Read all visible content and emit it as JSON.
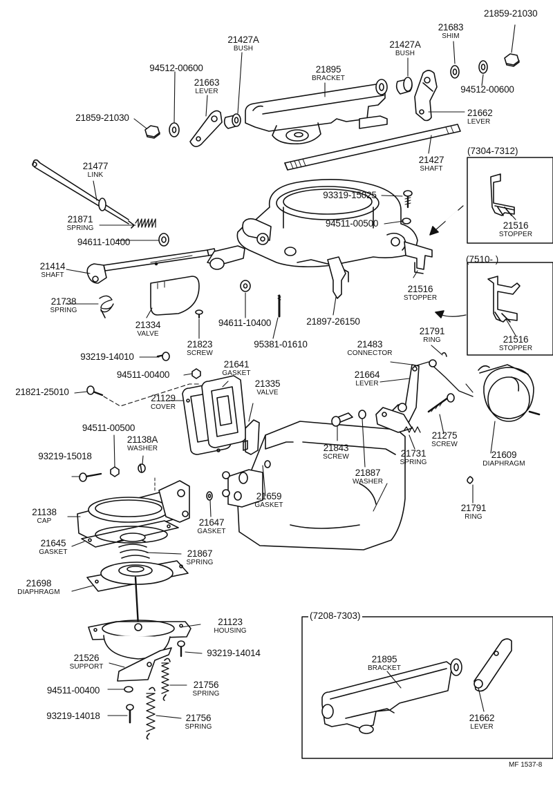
{
  "diagram": {
    "code": "MF 1537-8",
    "insets": [
      {
        "id": "inset-7304",
        "title": "(7304-7312)"
      },
      {
        "id": "inset-7510",
        "title": "(7510-        )"
      },
      {
        "id": "inset-7208",
        "title": "(7208-7303)"
      }
    ],
    "parts": [
      {
        "id": "p21859a",
        "number": "21859-21030",
        "word": ""
      },
      {
        "id": "p21683",
        "number": "21683",
        "word": "SHIM"
      },
      {
        "id": "p21427a_l",
        "number": "21427A",
        "word": "BUSH"
      },
      {
        "id": "p21427a_r",
        "number": "21427A",
        "word": "BUSH"
      },
      {
        "id": "p94512a",
        "number": "94512-00600",
        "word": ""
      },
      {
        "id": "p21663",
        "number": "21663",
        "word": "LEVER"
      },
      {
        "id": "p21895",
        "number": "21895",
        "word": "BRACKET"
      },
      {
        "id": "p94512b",
        "number": "94512-00600",
        "word": ""
      },
      {
        "id": "p21859b",
        "number": "21859-21030",
        "word": ""
      },
      {
        "id": "p21662",
        "number": "21662",
        "word": "LEVER"
      },
      {
        "id": "p21427",
        "number": "21427",
        "word": "SHAFT"
      },
      {
        "id": "p21477",
        "number": "21477",
        "word": "LINK"
      },
      {
        "id": "p93319",
        "number": "93319-15025",
        "word": ""
      },
      {
        "id": "p21871",
        "number": "21871",
        "word": "SPRING"
      },
      {
        "id": "p94511a",
        "number": "94511-00500",
        "word": ""
      },
      {
        "id": "p21516a",
        "number": "21516",
        "word": "STOPPER"
      },
      {
        "id": "p94611a",
        "number": "94611-10400",
        "word": ""
      },
      {
        "id": "p21414",
        "number": "21414",
        "word": "SHAFT"
      },
      {
        "id": "p21516b",
        "number": "21516",
        "word": "STOPPER"
      },
      {
        "id": "p21738",
        "number": "21738",
        "word": "SPRING"
      },
      {
        "id": "p21334",
        "number": "21334",
        "word": "VALVE"
      },
      {
        "id": "p94611b",
        "number": "94611-10400",
        "word": ""
      },
      {
        "id": "p21897",
        "number": "21897-26150",
        "word": ""
      },
      {
        "id": "p21516c",
        "number": "21516",
        "word": "STOPPER"
      },
      {
        "id": "p21823",
        "number": "21823",
        "word": "SCREW"
      },
      {
        "id": "p95381",
        "number": "95381-01610",
        "word": ""
      },
      {
        "id": "p21791a",
        "number": "21791",
        "word": "RING"
      },
      {
        "id": "p21483",
        "number": "21483",
        "word": "CONNECTOR"
      },
      {
        "id": "p93219a",
        "number": "93219-14010",
        "word": ""
      },
      {
        "id": "p21641",
        "number": "21641",
        "word": "GASKET"
      },
      {
        "id": "p94511b",
        "number": "94511-00400",
        "word": ""
      },
      {
        "id": "p21335",
        "number": "21335",
        "word": "VALVE"
      },
      {
        "id": "p21664",
        "number": "21664",
        "word": "LEVER"
      },
      {
        "id": "p21821",
        "number": "21821-25010",
        "word": ""
      },
      {
        "id": "p21129",
        "number": "21129",
        "word": "COVER"
      },
      {
        "id": "p94511c",
        "number": "94511-00500",
        "word": ""
      },
      {
        "id": "p21138a",
        "number": "21138A",
        "word": "WASHER"
      },
      {
        "id": "p21275",
        "number": "21275",
        "word": "SCREW"
      },
      {
        "id": "p21843",
        "number": "21843",
        "word": "SCREW"
      },
      {
        "id": "p93219b",
        "number": "93219-15018",
        "word": ""
      },
      {
        "id": "p21731",
        "number": "21731",
        "word": "SPRING"
      },
      {
        "id": "p21609",
        "number": "21609",
        "word": "DIAPHRAGM"
      },
      {
        "id": "p21887",
        "number": "21887",
        "word": "WASHER"
      },
      {
        "id": "p21659",
        "number": "21659",
        "word": "GASKET"
      },
      {
        "id": "p21138",
        "number": "21138",
        "word": "CAP"
      },
      {
        "id": "p21791b",
        "number": "21791",
        "word": "RING"
      },
      {
        "id": "p21647",
        "number": "21647",
        "word": "GASKET"
      },
      {
        "id": "p21645",
        "number": "21645",
        "word": "GASKET"
      },
      {
        "id": "p21867",
        "number": "21867",
        "word": "SPRING"
      },
      {
        "id": "p21698",
        "number": "21698",
        "word": "DIAPHRAGM"
      },
      {
        "id": "p21123",
        "number": "21123",
        "word": "HOUSING"
      },
      {
        "id": "p21526",
        "number": "21526",
        "word": "SUPPORT"
      },
      {
        "id": "p93219c",
        "number": "93219-14014",
        "word": ""
      },
      {
        "id": "p21895b",
        "number": "21895",
        "word": "BRACKET"
      },
      {
        "id": "p21756a",
        "number": "21756",
        "word": "SPRING"
      },
      {
        "id": "p94511d",
        "number": "94511-00400",
        "word": ""
      },
      {
        "id": "p93219d",
        "number": "93219-14018",
        "word": ""
      },
      {
        "id": "p21756b",
        "number": "21756",
        "word": "SPRING"
      },
      {
        "id": "p21662b",
        "number": "21662",
        "word": "LEVER"
      }
    ]
  }
}
